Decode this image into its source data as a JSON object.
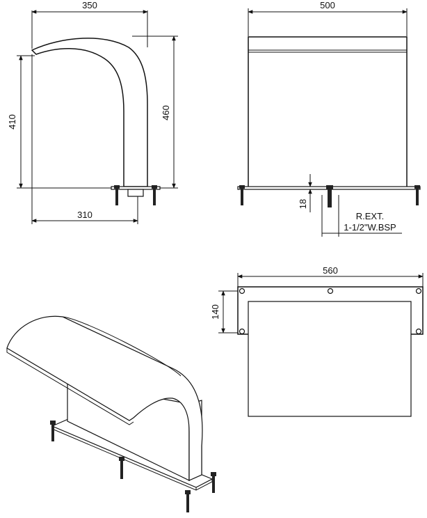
{
  "dimensions": {
    "side_width": "350",
    "side_height_left": "410",
    "side_height_right": "460",
    "side_base": "310",
    "front_width": "500",
    "front_base_thickness": "18",
    "thread_line1": "R.EXT.",
    "thread_line2": "1-1/2\"W.BSP",
    "top_width": "560",
    "top_depth": "140"
  }
}
